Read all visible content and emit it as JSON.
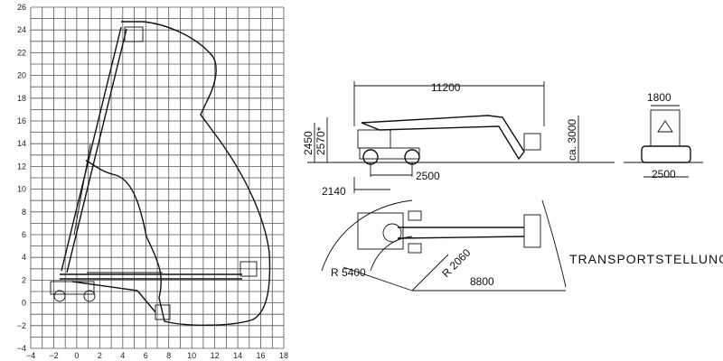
{
  "range_diagram": {
    "x_ticks": [
      "−4",
      "−2",
      "0",
      "2",
      "4",
      "6",
      "8",
      "10",
      "12",
      "14",
      "16",
      "18"
    ],
    "y_ticks": [
      "26",
      "24",
      "22",
      "20",
      "18",
      "16",
      "14",
      "12",
      "10",
      "8",
      "6",
      "4",
      "2",
      "0",
      "−2",
      "−4"
    ]
  },
  "side_view": {
    "overall_length": "11200",
    "height_2570": "2570*",
    "height_2450": "2450",
    "height_3000": "ca. 3000",
    "wheelbase": "2500",
    "rear_overhang": "2140"
  },
  "front_view": {
    "top_width": "1800",
    "bottom_width": "2500"
  },
  "plan_view": {
    "radius_outer": "R 5400",
    "radius_inner": "R 2060",
    "length": "8800"
  },
  "label": "TRANSPORTSTELLUNG"
}
